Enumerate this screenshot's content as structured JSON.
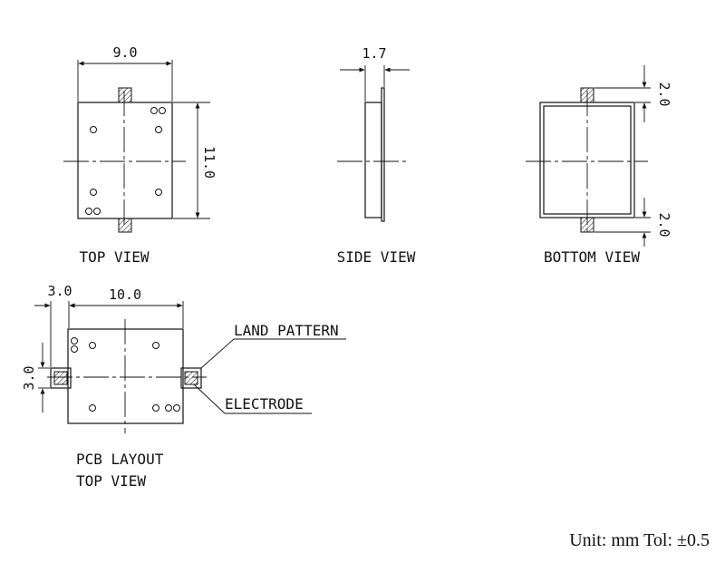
{
  "top_view": {
    "label": "TOP VIEW",
    "width_dim": "9.0",
    "height_dim": "11.0"
  },
  "side_view": {
    "label": "SIDE VIEW",
    "thickness_dim": "1.7"
  },
  "bottom_view": {
    "label": "BOTTOM VIEW",
    "top_tab_dim": "2.0",
    "bottom_tab_dim": "2.0"
  },
  "pcb_layout": {
    "label_line1": "PCB LAYOUT",
    "label_line2": "TOP VIEW",
    "pad_width_dim": "3.0",
    "body_width_dim": "10.0",
    "pad_height_dim": "3.0",
    "land_pattern_callout": "LAND PATTERN",
    "electrode_callout": "ELECTRODE"
  },
  "footer": {
    "unit_text": "Unit: mm Tol: ±0.5"
  }
}
